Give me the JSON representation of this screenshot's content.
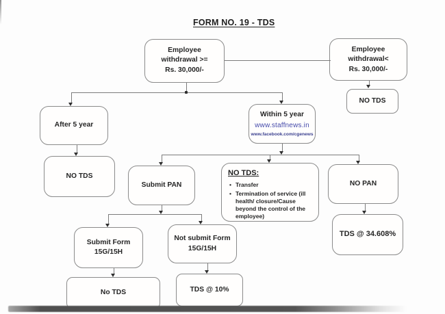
{
  "title": "FORM NO. 19 - TDS",
  "nodes": {
    "employee_ge": {
      "label": "Employee\nwithdrawal >=\nRs. 30,000/-"
    },
    "employee_lt": {
      "label": "Employee\nwithdrawal<\nRs. 30,000/-"
    },
    "no_tds_right": {
      "label": "NO TDS"
    },
    "after_5_year": {
      "label": "After 5 year"
    },
    "no_tds_after": {
      "label": "NO TDS"
    },
    "within_5_year": {
      "label": "Within 5 year"
    },
    "submit_pan": {
      "label": "Submit PAN"
    },
    "no_tds_exceptions": {
      "heading": "NO TDS:",
      "bullets": [
        "Transfer",
        "Termination of service (ill health/ closure/Cause beyond the control of the employee)"
      ]
    },
    "no_pan": {
      "label": "NO PAN"
    },
    "tds_34_608": {
      "label": "TDS @ 34.608%"
    },
    "submit_form_15g15h": {
      "label": "Submit Form\n15G/15H"
    },
    "not_submit_form_15g15h": {
      "label": "Not submit Form\n15G/15H"
    },
    "no_tds_form": {
      "label": "No TDS"
    },
    "tds_10": {
      "label": "TDS @ 10%"
    }
  },
  "watermark": {
    "site": "www.staffnews.in",
    "facebook": "www.facebook.com/cgenews"
  },
  "colors": {
    "watermark_site": "#4449aa",
    "watermark_facebook": "#3a3f8f",
    "line": "#7b7b7b",
    "text": "#2b2b2b"
  }
}
